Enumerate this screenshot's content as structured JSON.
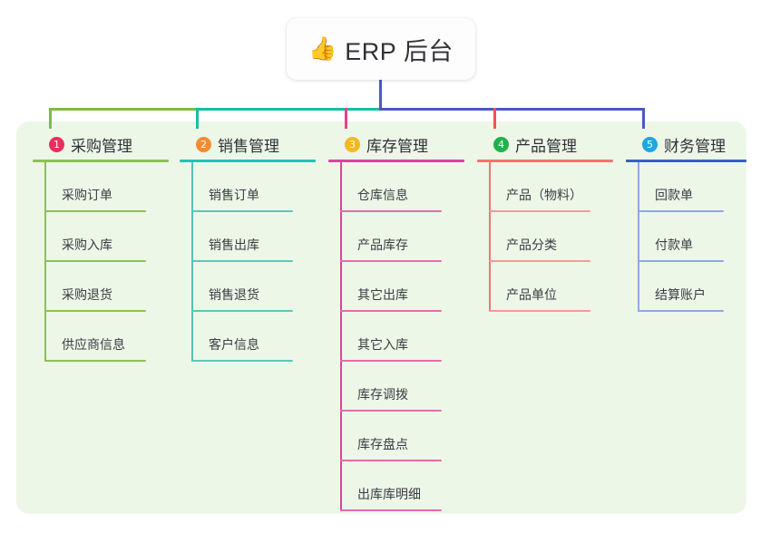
{
  "diagram": {
    "type": "mindmap",
    "title": "ERP 后台",
    "root": {
      "label": "ERP 后台",
      "icon": "thumbs-up-emoji",
      "glyph": "👍",
      "card_color": "#fdfdfd",
      "stem_color": "#4c57c4"
    },
    "panel_color": "#edf7e8",
    "connector": {
      "segments": [
        {
          "name": "green-segment",
          "color": "#7ebb45"
        },
        {
          "name": "teal-segment",
          "color": "#18bfa4"
        },
        {
          "name": "indigo-segment",
          "color": "#4c57c4"
        }
      ]
    },
    "branches": [
      {
        "number": "1",
        "label": "采购管理",
        "badge_color": "#ea2f5e",
        "rule_color": "#8dc152",
        "drop_color": "#7ebb45",
        "leaf_color": "#8dc152",
        "spine_color": "#8dc152",
        "leaves": [
          {
            "label": "采购订单"
          },
          {
            "label": "采购入库"
          },
          {
            "label": "采购退货"
          },
          {
            "label": "供应商信息"
          }
        ]
      },
      {
        "number": "2",
        "label": "销售管理",
        "badge_color": "#f58b33",
        "rule_color": "#23c3b4",
        "drop_color": "#18bfa4",
        "leaf_color": "#5bc8bd",
        "spine_color": "#4fc5b9",
        "leaves": [
          {
            "label": "销售订单"
          },
          {
            "label": "销售出库"
          },
          {
            "label": "销售退货"
          },
          {
            "label": "客户信息"
          }
        ]
      },
      {
        "number": "3",
        "label": "库存管理",
        "badge_color": "#f5b820",
        "rule_color": "#e0439b",
        "drop_color": "#ea3f8e",
        "leaf_color": "#e56bae",
        "spine_color": "#e0439b",
        "leaves": [
          {
            "label": "仓库信息"
          },
          {
            "label": "产品库存"
          },
          {
            "label": "其它出库"
          },
          {
            "label": "其它入库"
          },
          {
            "label": "库存调拨"
          },
          {
            "label": "库存盘点"
          },
          {
            "label": "出库库明细"
          }
        ]
      },
      {
        "number": "4",
        "label": "产品管理",
        "badge_color": "#22b14c",
        "rule_color": "#f7736d",
        "drop_color": "#f4524e",
        "leaf_color": "#f79a96",
        "spine_color": "#f7736d",
        "leaves": [
          {
            "label": "产品（物料）"
          },
          {
            "label": "产品分类"
          },
          {
            "label": "产品单位"
          }
        ]
      },
      {
        "number": "5",
        "label": "财务管理",
        "badge_color": "#1ea7e0",
        "rule_color": "#3a5fc8",
        "drop_color": "#4c57c4",
        "leaf_color": "#8fa9e2",
        "spine_color": "#8fa9e2",
        "leaves": [
          {
            "label": "回款单"
          },
          {
            "label": "付款单"
          },
          {
            "label": "结算账户"
          }
        ]
      }
    ]
  }
}
